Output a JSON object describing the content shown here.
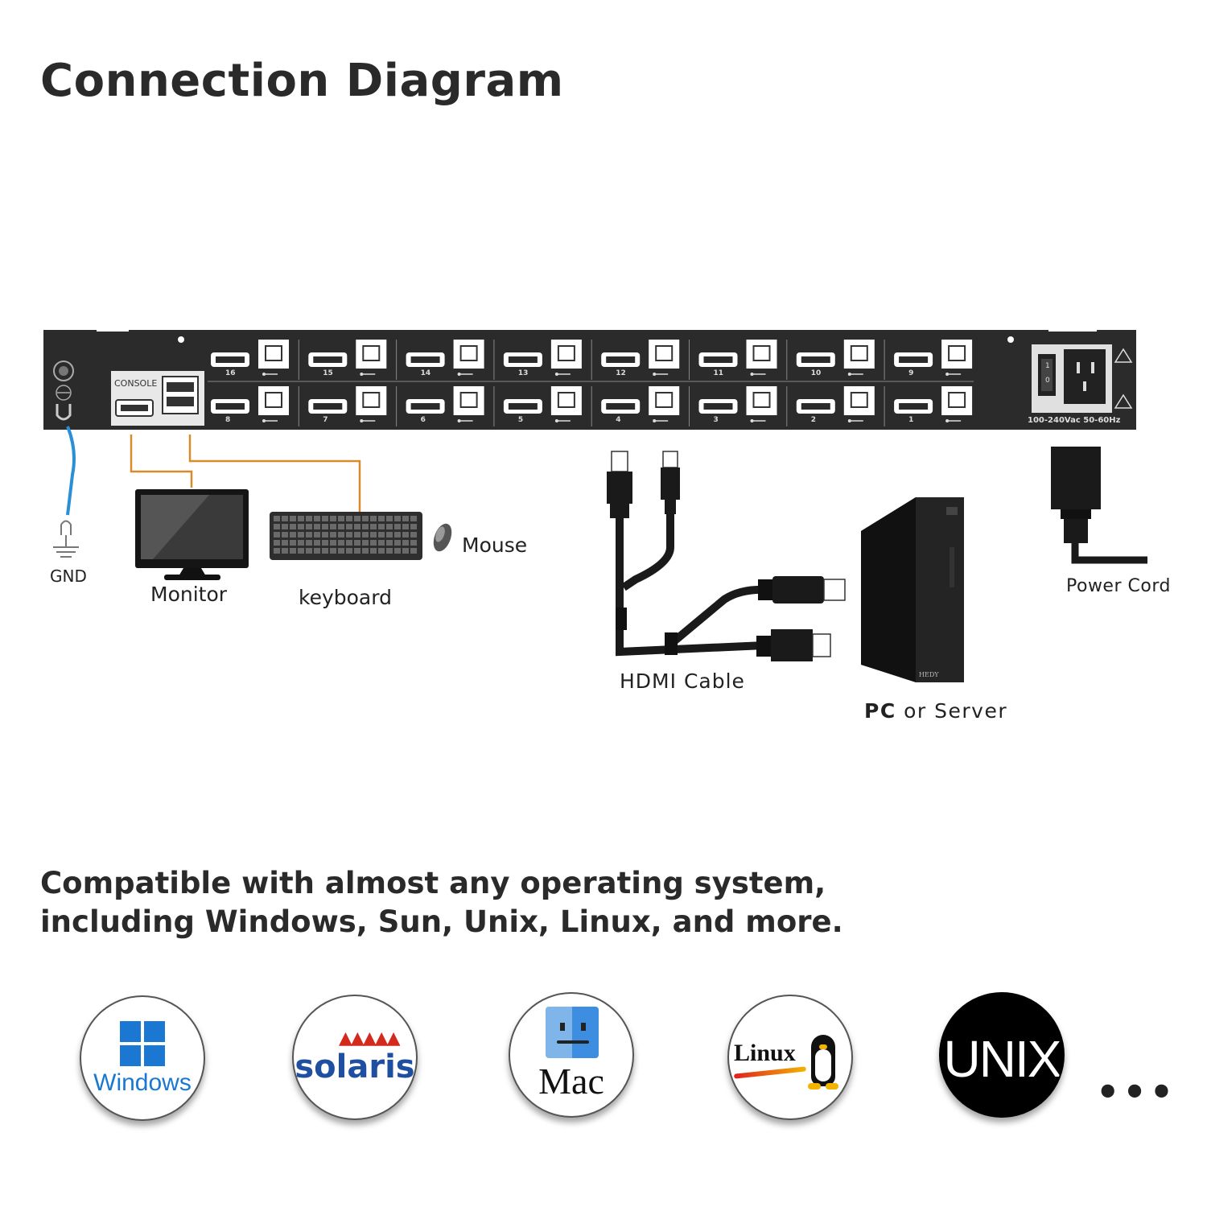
{
  "title": "Connection Diagram",
  "device": {
    "console_label": "CONSOLE",
    "top_ports": [
      "16",
      "15",
      "14",
      "13",
      "12",
      "11",
      "10",
      "9"
    ],
    "bottom_ports": [
      "8",
      "7",
      "6",
      "5",
      "4",
      "3",
      "2",
      "1"
    ],
    "power_rating": "100-240Vac  50-60Hz",
    "switch_on": "1",
    "switch_off": "0"
  },
  "labels": {
    "gnd": "GND",
    "monitor": "Monitor",
    "keyboard": "keyboard",
    "mouse": "Mouse",
    "hdmi_cable": "HDMI Cable",
    "pc_bold": "PC",
    "pc_rest": "or  Server",
    "power_cord": "Power Cord",
    "pc_brand": "HEDY"
  },
  "compatibility": {
    "line1": "Compatible with almost any operating system,",
    "line2": "including Windows, Sun, Unix, Linux, and more."
  },
  "os_logos": {
    "windows": "Windows",
    "solaris": "solaris",
    "mac": "Mac",
    "linux": "Linux",
    "unix": "UNIX",
    "more": "•••"
  },
  "colors": {
    "gnd_wire": "#2a8fd6",
    "console_wire": "#d98a2b",
    "panel": "#2b2b2b"
  }
}
